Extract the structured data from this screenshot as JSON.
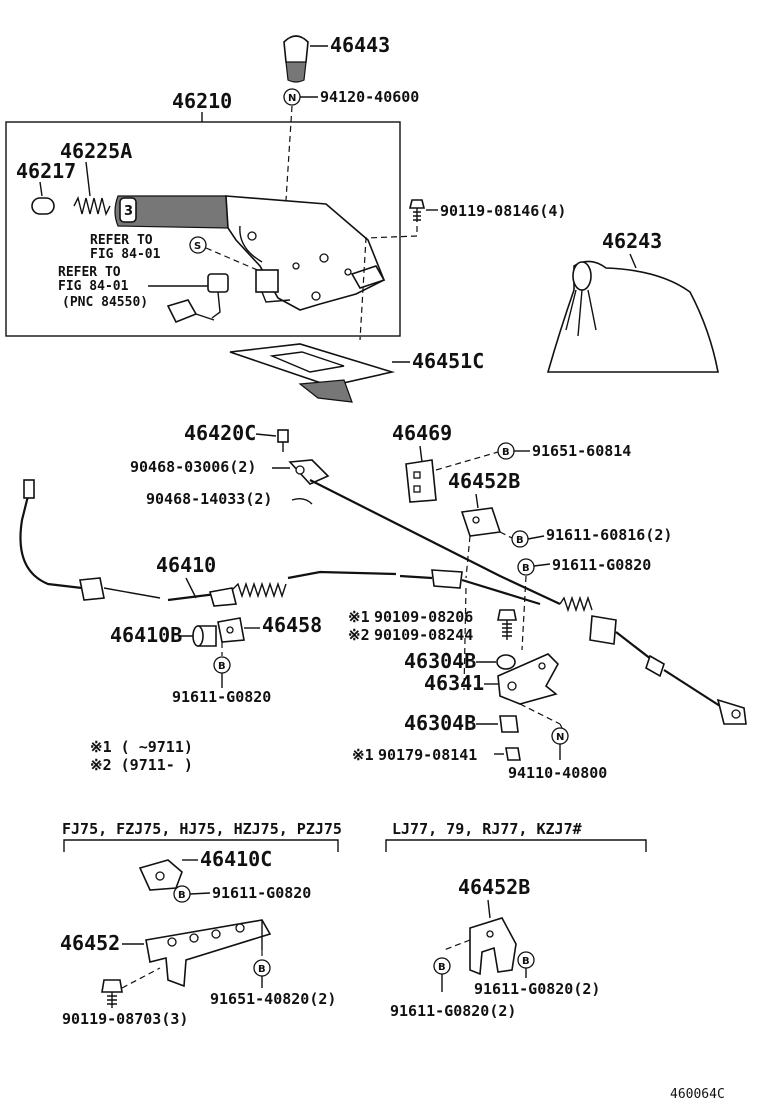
{
  "labels": {
    "p46443": "46443",
    "p94120": "94120-40600",
    "p46210": "46210",
    "p46225a": "46225A",
    "p46217": "46217",
    "p90119_08146": "90119-08146(4)",
    "refer1_a": "REFER TO",
    "refer1_b": "FIG 84-01",
    "refer2_a": "REFER TO",
    "refer2_b": "FIG 84-01",
    "refer2_c": "(PNC 84550)",
    "p46243": "46243",
    "p46451c": "46451C",
    "p46420c": "46420C",
    "p90468_03006": "90468-03006(2)",
    "p90468_14033": "90468-14033(2)",
    "p46469": "46469",
    "p91651_60814": "91651-60814",
    "p46452b_top": "46452B",
    "p91611_60816": "91611-60816(2)",
    "p91611_g0820_a": "91611-G0820",
    "p46410": "46410",
    "p90109_08206": "90109-08206",
    "p90109_08244": "90109-08244",
    "p46410b": "46410B",
    "p46458": "46458",
    "p91611_g0820_b": "91611-G0820",
    "p46304b_a": "46304B",
    "p46341": "46341",
    "p46304b_b": "46304B",
    "p90179_08141": "90179-08141",
    "p94110_40800": "94110-40800",
    "note1": "※1 (     ~9711)",
    "note2": "※2 (9711-     )",
    "mark1_a": "※1",
    "mark2": "※2",
    "mark1_b": "※1",
    "group_left": "FJ75, FZJ75, HJ75, HZJ75, PZJ75",
    "group_right": "LJ77, 79, RJ77, KZJ7#",
    "p46410c": "46410C",
    "p91611_g0820_c": "91611-G0820",
    "p46452": "46452",
    "p91651_40820": "91651-40820(2)",
    "p90119_08703": "90119-08703(3)",
    "p46452b_bot": "46452B",
    "p91611_g0820_d": "91611-G0820(2)",
    "p91611_g0820_e": "91611-G0820(2)",
    "figure_id": "460064C"
  },
  "markers": {
    "n": "N",
    "s": "S",
    "b": "B"
  }
}
